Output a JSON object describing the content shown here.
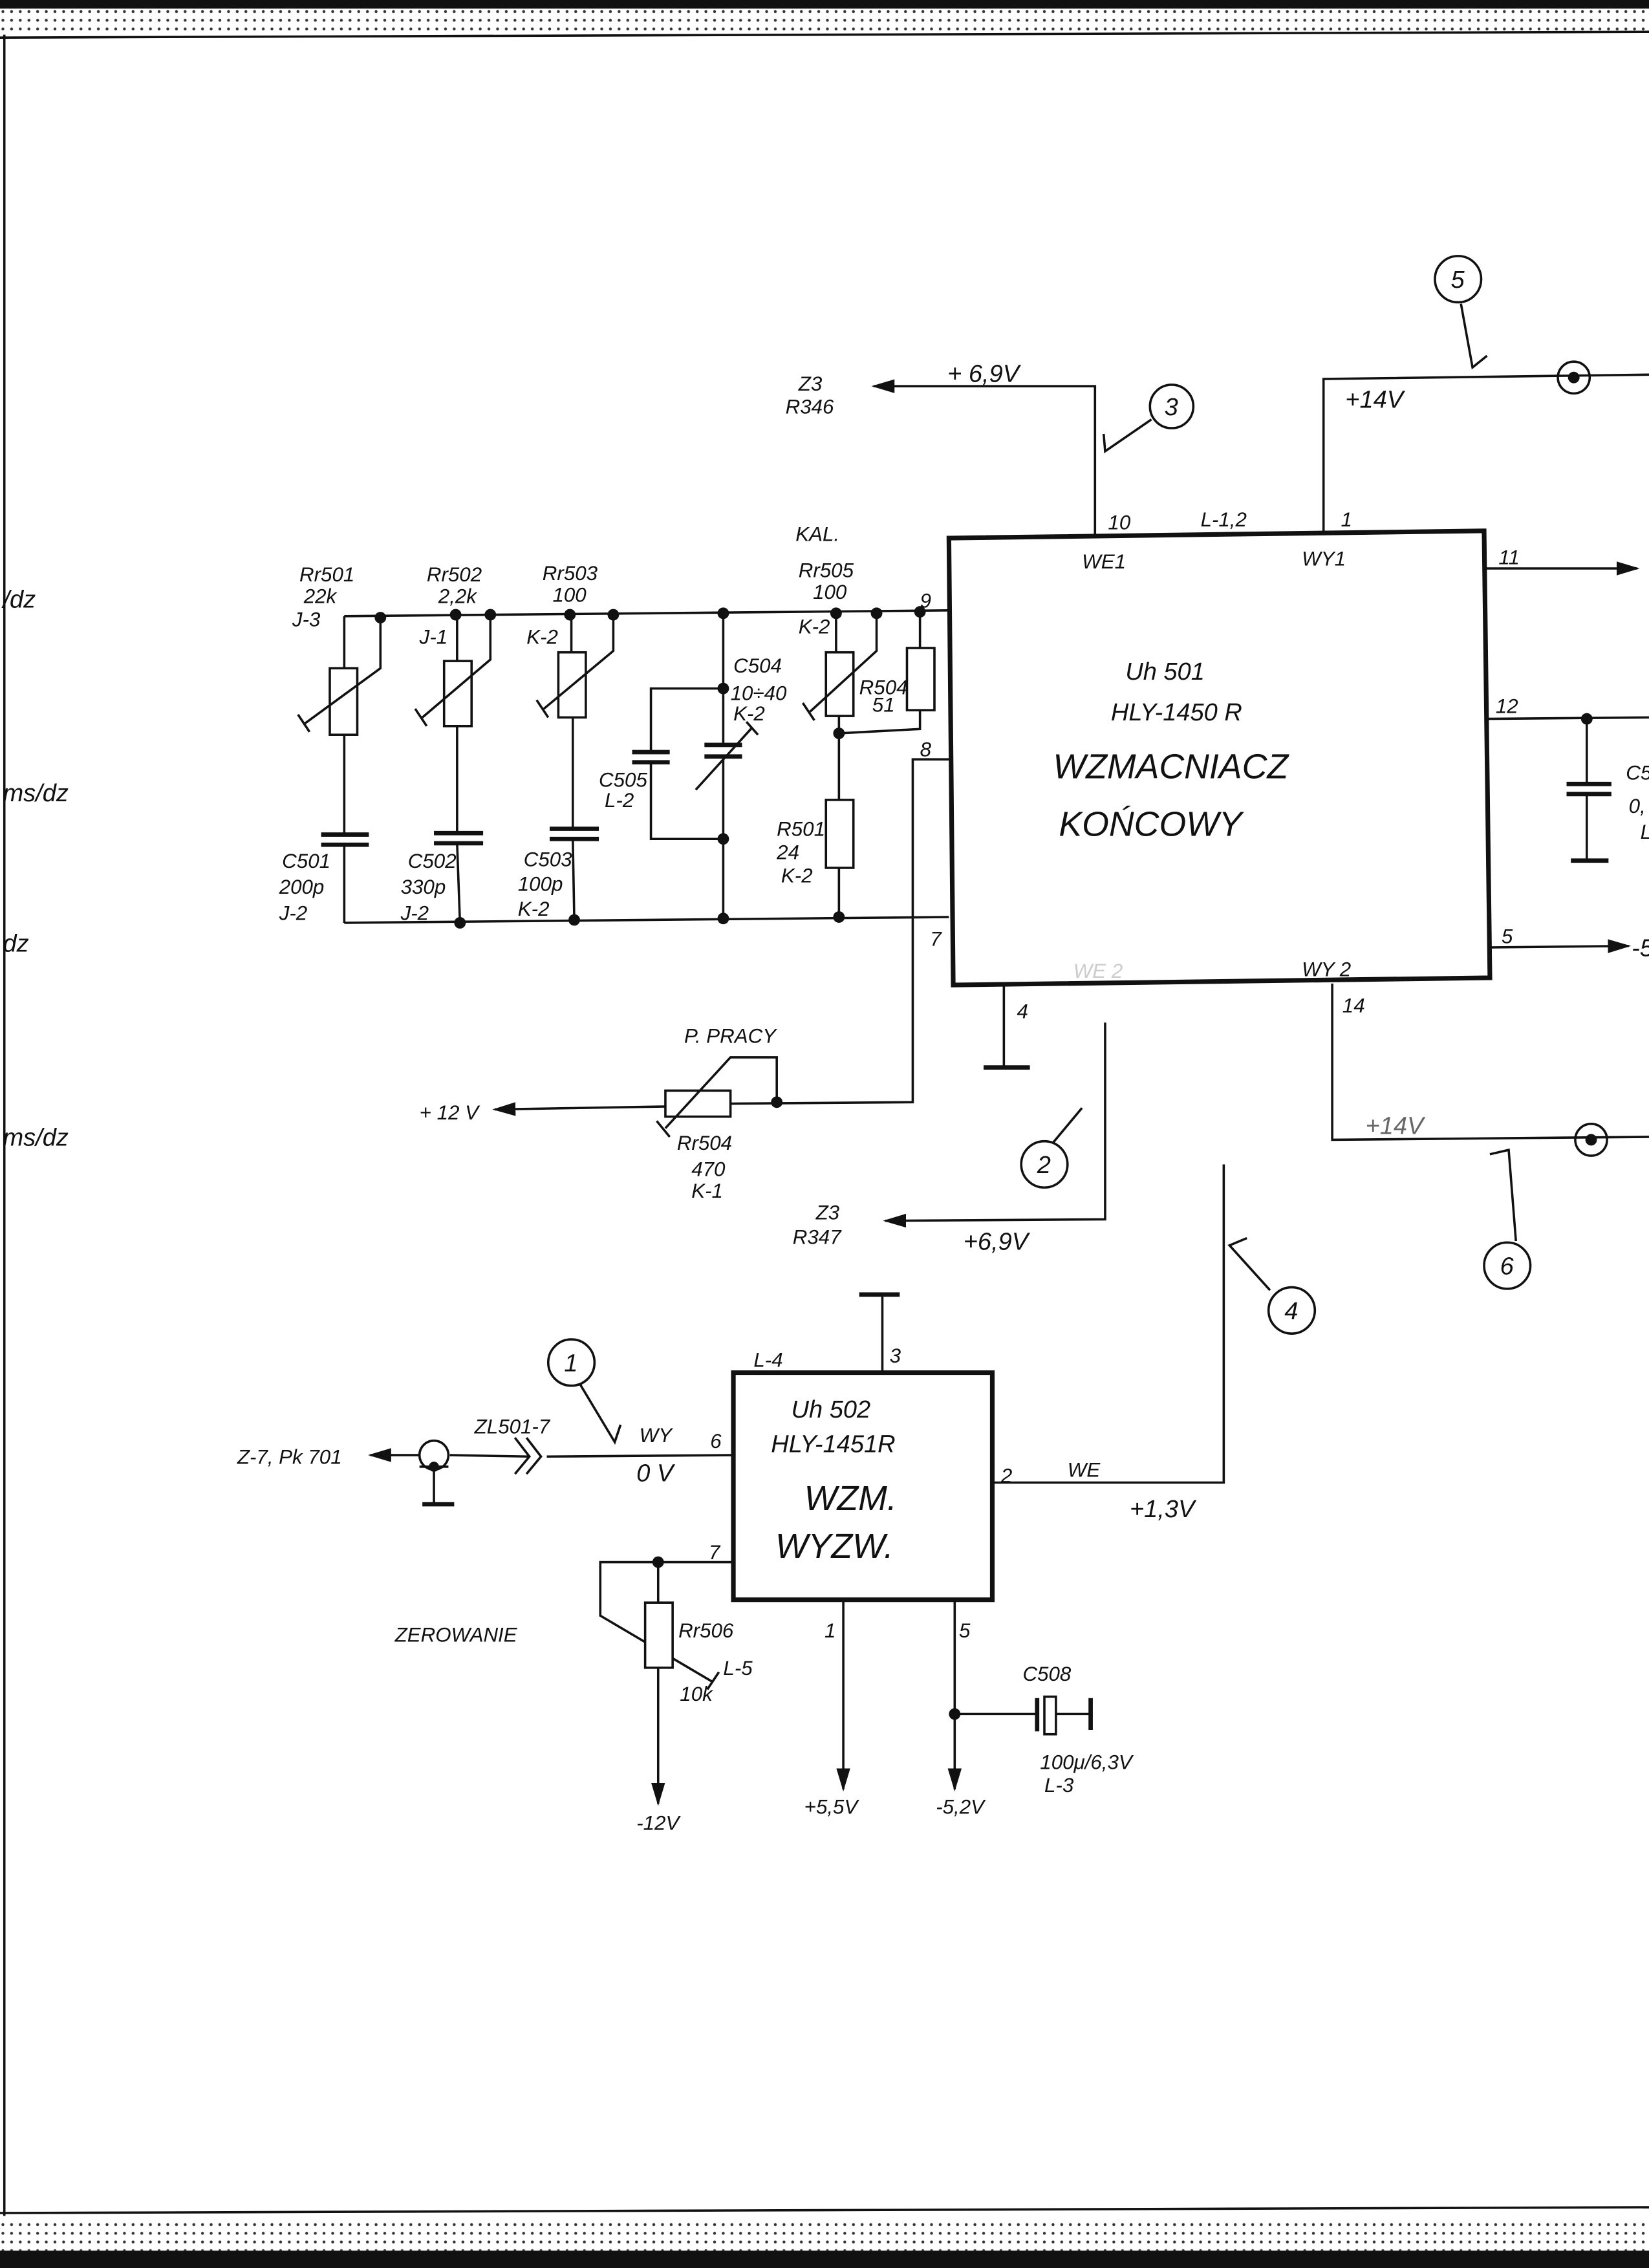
{
  "labels": {
    "edge1": "/dz",
    "edge2": "ms/dz",
    "edge3": "dz",
    "edge4": "ms/dz",
    "z3_top": "Z3",
    "r346": "R346",
    "v69_top": "+ 6,9V",
    "callout3": "3",
    "callout5": "5",
    "v14_top": "+14V",
    "pin10": "10",
    "l12": "L-1,2",
    "pin1_top": "1",
    "we1": "WE1",
    "wy1": "WY1",
    "pin11": "11",
    "kal": "KAL.",
    "rr505": "Rr505",
    "rr505_val": "100",
    "rr505_loc": "K-2",
    "pin9": "9",
    "rr501": "Rr501",
    "rr501_val": "22k",
    "rr501_loc": "J-3",
    "rr502": "Rr502",
    "rr502_val": "2,2k",
    "rr502_loc": "J-1",
    "rr503": "Rr503",
    "rr503_val": "100",
    "rr503_loc": "K-2",
    "c504": "C504",
    "c504_val": "10÷40",
    "c504_loc": "K-2",
    "r504": "R504",
    "r504_val": "51",
    "pin8": "8",
    "uh501": "Uh 501",
    "hly1450": "HLY-1450 R",
    "wzmacniacz": "WZMACNIACZ",
    "koncowy": "KOŃCOWY",
    "pin12": "12",
    "c5x": "C5",
    "c5x_val": "0,",
    "c5x_loc": "L",
    "c505": "C505",
    "c505_loc": "L-2",
    "r501": "R501",
    "r501_val": "24",
    "r501_loc": "K-2",
    "c501": "C501",
    "c501_val": "200p",
    "c501_loc": "J-2",
    "c502": "C502",
    "c502_val": "330p",
    "c502_loc": "J-2",
    "c503": "C503",
    "c503_val": "100p",
    "c503_loc": "K-2",
    "pin7_top": "7",
    "pin5_top": "5",
    "v5_out": "-5",
    "wy2": "WY 2",
    "pin14": "14",
    "pin4": "4",
    "we2": "WE 2",
    "p_pracy": "P. PRACY",
    "v12": "+ 12 V",
    "rr504": "Rr504",
    "rr504_val": "470",
    "rr504_loc": "K-1",
    "callout2": "2",
    "v14_bot": "+14V",
    "callout6": "6",
    "z3_bot": "Z3",
    "r347": "R347",
    "v69_bot": "+6,9V",
    "callout4": "4",
    "callout1": "1",
    "l4": "L-4",
    "pin3": "3",
    "uh502": "Uh 502",
    "hly1451": "HLY-1451R",
    "wzm": "WZM.",
    "wyzw": "WYZW.",
    "zl501": "ZL501-7",
    "wy": "WY",
    "pin6": "6",
    "z7": "Z-7, Pk 701",
    "v0": "0 V",
    "pin2": "2",
    "we": "WE",
    "v13": "+1,3V",
    "pin7_bot": "7",
    "zerowanie": "ZEROWANIE",
    "rr506": "Rr506",
    "rr506_loc": "L-5",
    "rr506_val": "10k",
    "pin1_bot": "1",
    "pin5_bot": "5",
    "c508": "C508",
    "c508_val": "100μ/6,3V",
    "c508_loc": "L-3",
    "vm12": "-12V",
    "v55": "+5,5V",
    "vm52": "-5,2V"
  }
}
